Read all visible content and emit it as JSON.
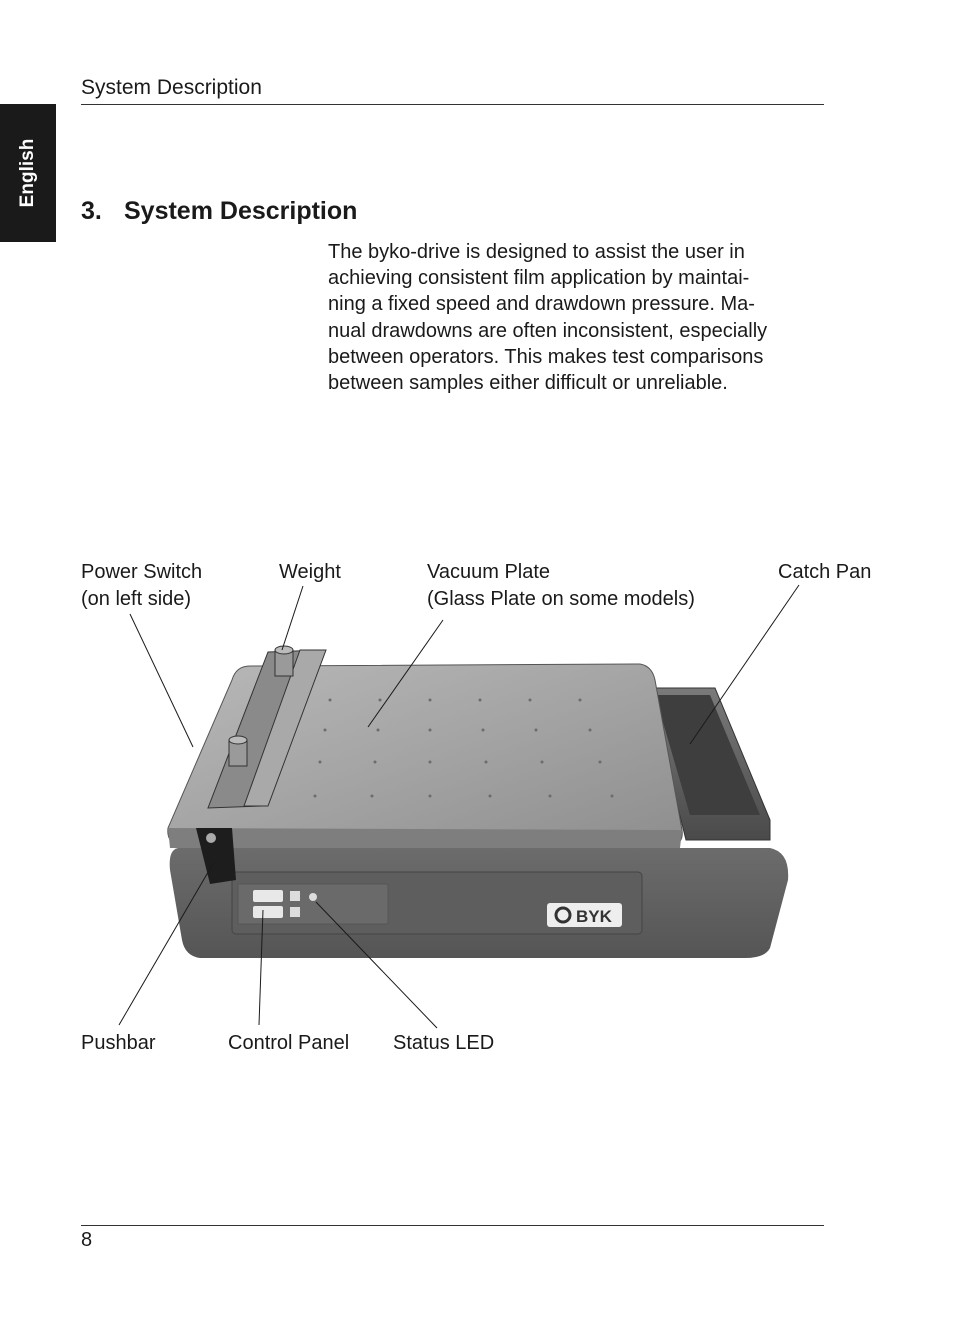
{
  "header": {
    "title": "System Description"
  },
  "language_tab": "English",
  "section": {
    "number": "3.",
    "title": "System Description",
    "paragraph_lines": [
      "The byko-drive is designed to assist the user in",
      "achieving consistent film application by maintai-",
      "ning a fixed speed and drawdown pressure. Ma-",
      "nual drawdowns are often inconsistent, especially",
      "between operators. This makes test comparisons",
      "between samples either difficult or unreliable."
    ]
  },
  "figure": {
    "labels": {
      "power_switch": [
        "Power Switch",
        "(on left side)"
      ],
      "weight": [
        "Weight"
      ],
      "vacuum_plate": [
        "Vacuum Plate",
        "(Glass Plate on some models)"
      ],
      "catch_pan": [
        "Catch Pan"
      ],
      "pushbar": [
        "Pushbar"
      ],
      "control_panel": [
        "Control Panel"
      ],
      "status_led": [
        "Status LED"
      ]
    },
    "brand_logo": "BYK"
  },
  "footer": {
    "page_number": "8"
  }
}
